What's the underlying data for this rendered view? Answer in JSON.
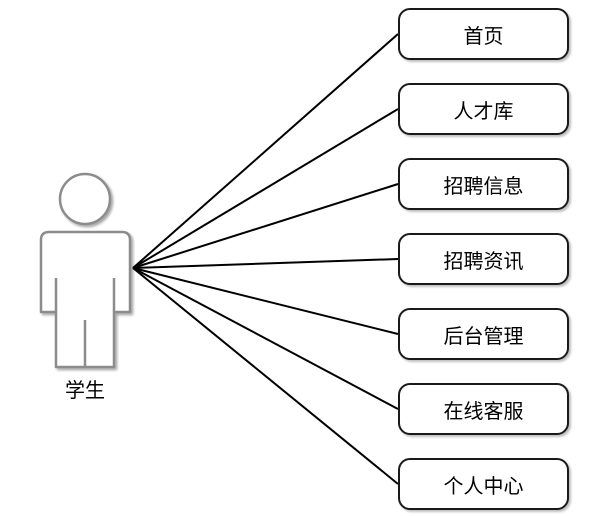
{
  "actor": {
    "label": "学生",
    "icon": "user-actor-icon"
  },
  "use_cases": [
    {
      "label": "首页"
    },
    {
      "label": "人才库"
    },
    {
      "label": "招聘信息"
    },
    {
      "label": "招聘资讯"
    },
    {
      "label": "后台管理"
    },
    {
      "label": "在线客服"
    },
    {
      "label": "个人中心"
    }
  ],
  "colors": {
    "line": "#000000",
    "border": "#1a1a1a",
    "actor_stroke": "#8c8c8c"
  }
}
